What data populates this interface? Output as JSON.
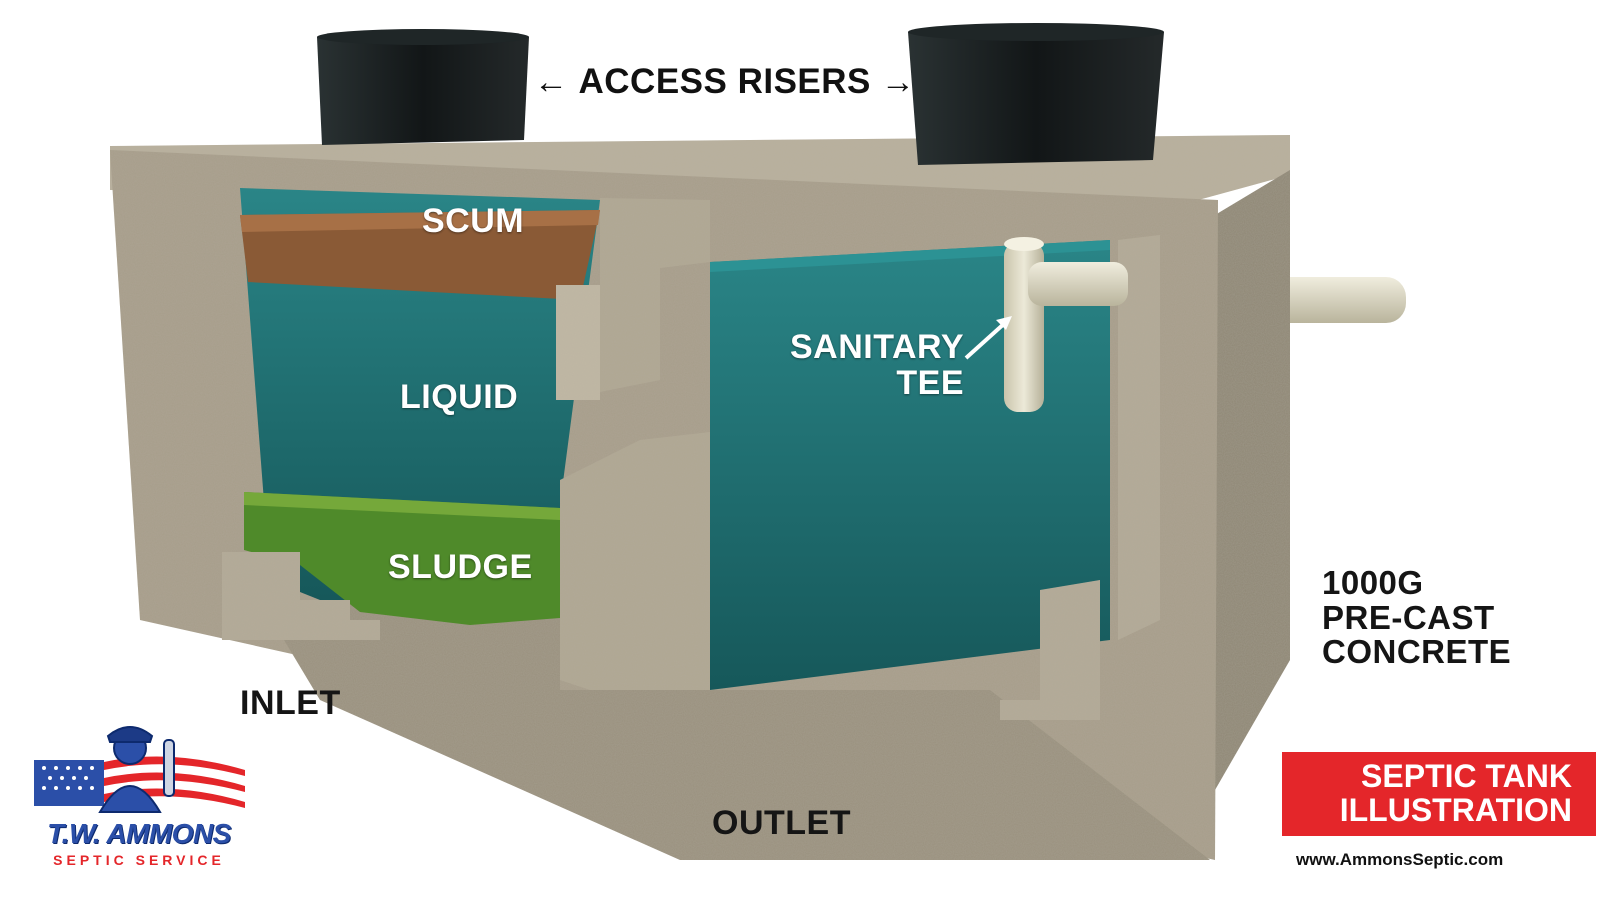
{
  "labels": {
    "access_risers": "ACCESS RISERS",
    "arrow_left": "←",
    "arrow_right": "→",
    "scum": "SCUM",
    "liquid": "LIQUID",
    "sludge": "SLUDGE",
    "sanitary_tee_line1": "SANITARY",
    "sanitary_tee_line2": "TEE",
    "inlet": "INLET",
    "outlet": "OUTLET",
    "capacity_line1": "1000G",
    "capacity_line2": "PRE-CAST",
    "capacity_line3": "CONCRETE"
  },
  "banner": {
    "line1": "SEPTIC TANK",
    "line2": "ILLUSTRATION",
    "website": "www.AmmonsSeptic.com"
  },
  "logo": {
    "name": "T.W. AMMONS",
    "tagline": "SEPTIC SERVICE"
  },
  "colors": {
    "concrete": "#a9a08d",
    "liquid": "#1f6f6e",
    "scum": "#8a5a36",
    "sludge": "#4f8a2a",
    "riser": "#171c1d",
    "pipe": "#ddd9c4",
    "brand_red": "#e4262a",
    "brand_blue": "#2b4fa8"
  }
}
